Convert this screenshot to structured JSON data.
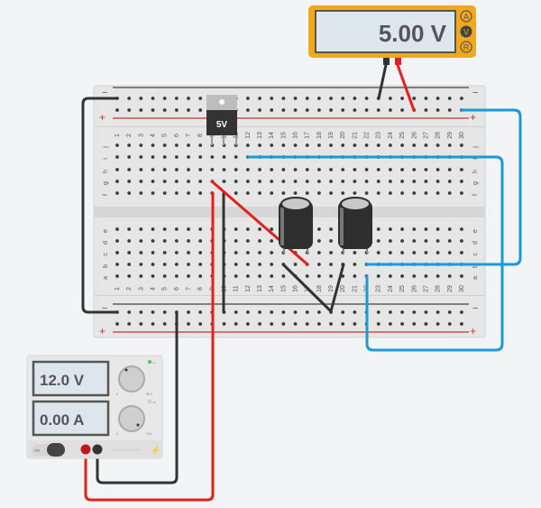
{
  "multimeter": {
    "reading": "5.00 V",
    "modes": [
      "A",
      "V",
      "R"
    ],
    "active_mode": "V",
    "body_color": "#f0a81c"
  },
  "power_supply": {
    "voltage_display": "12.0 V",
    "current_display": "0.00 A",
    "voltage_knob_min": "0",
    "voltage_knob_max": "30 V",
    "current_knob_min": "0",
    "current_knob_max": "5 A",
    "indicator_cv": "CV",
    "indicator_cc": "CC",
    "power_switch_label": "ON",
    "brand_text": "VOLTAGE SUPPLY"
  },
  "regulator": {
    "label": "5V"
  },
  "breadboard": {
    "columns": [
      "1",
      "2",
      "3",
      "4",
      "5",
      "6",
      "7",
      "8",
      "9",
      "10",
      "11",
      "12",
      "13",
      "14",
      "15",
      "16",
      "17",
      "18",
      "19",
      "20",
      "21",
      "22",
      "23",
      "24",
      "25",
      "26",
      "27",
      "28",
      "29",
      "30"
    ],
    "top_rows": [
      "j",
      "i",
      "h",
      "g",
      "f"
    ],
    "bottom_rows": [
      "e",
      "d",
      "c",
      "b",
      "a"
    ],
    "rail_minus": "−",
    "rail_plus": "+"
  },
  "colors": {
    "wire_red": "#e3201b",
    "wire_black": "#333333",
    "wire_blue": "#1a9ad6",
    "rail_red": "#c0392b"
  }
}
